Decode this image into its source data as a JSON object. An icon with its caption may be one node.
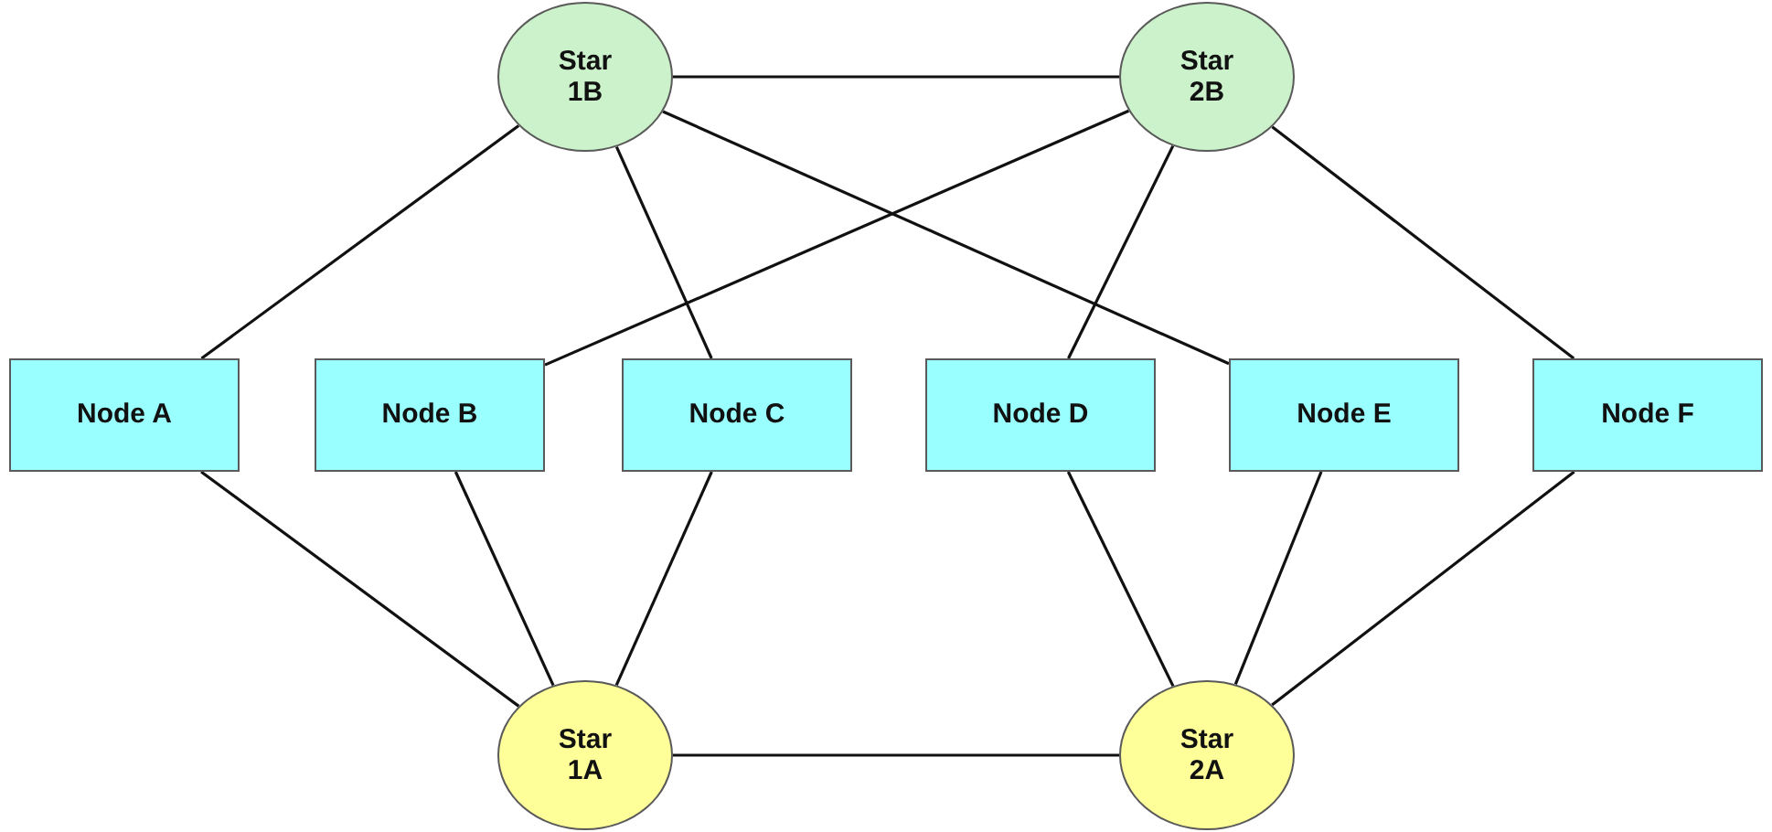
{
  "diagram": {
    "nodes": [
      {
        "text": [
          "Star 1B"
        ]
      },
      {
        "text": [
          "Star 2B"
        ]
      },
      {
        "text": [
          "Node A"
        ]
      },
      {
        "text": [
          "Node B"
        ]
      },
      {
        "text": [
          "Node C"
        ]
      },
      {
        "text": [
          "Node D"
        ]
      },
      {
        "text": [
          "Node E"
        ]
      },
      {
        "text": [
          "Node F"
        ]
      },
      {
        "text": [
          "Star 1A"
        ]
      },
      {
        "text": [
          "Star 2A"
        ]
      }
    ],
    "edges": [
      {
        "from": 0,
        "to": 1,
        "arrow": "none"
      },
      {
        "from": 0,
        "to": 2,
        "arrow": "none"
      },
      {
        "from": 0,
        "to": 4,
        "arrow": "none"
      },
      {
        "from": 0,
        "to": 6,
        "arrow": "none"
      },
      {
        "from": 1,
        "to": 3,
        "arrow": "none"
      },
      {
        "from": 1,
        "to": 5,
        "arrow": "none"
      },
      {
        "from": 1,
        "to": 7,
        "arrow": "none"
      },
      {
        "from": 8,
        "to": 2,
        "arrow": "none"
      },
      {
        "from": 8,
        "to": 3,
        "arrow": "none"
      },
      {
        "from": 8,
        "to": 4,
        "arrow": "none"
      },
      {
        "from": 8,
        "to": 9,
        "arrow": "none"
      },
      {
        "from": 9,
        "to": 5,
        "arrow": "none"
      },
      {
        "from": 9,
        "to": 6,
        "arrow": "none"
      },
      {
        "from": 9,
        "to": 7,
        "arrow": "none"
      }
    ]
  }
}
